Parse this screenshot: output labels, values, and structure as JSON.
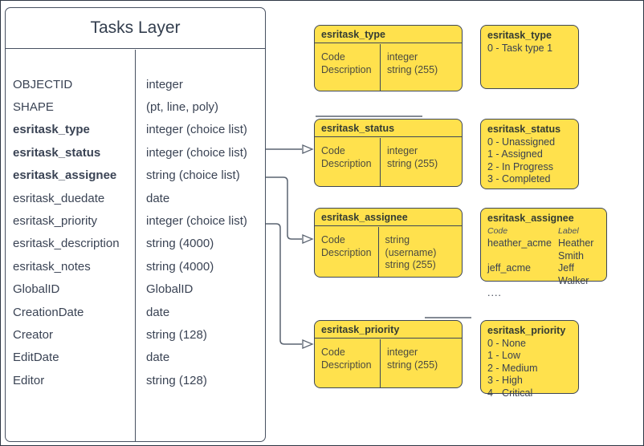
{
  "colors": {
    "yellow_fill": "#ffe14d",
    "box_border": "#3d4657",
    "panel_border": "#475060",
    "text_dark": "#3a4354",
    "connector": "#5a6370"
  },
  "tasks_layer": {
    "title": "Tasks Layer",
    "fields": [
      {
        "name": "OBJECTID",
        "type": "integer"
      },
      {
        "name": "SHAPE",
        "type": "(pt, line, poly)"
      },
      {
        "name": "esritask_type",
        "type": "integer (choice list)"
      },
      {
        "name": "esritask_status",
        "type": "integer (choice list)"
      },
      {
        "name": "esritask_assignee",
        "type": "string (choice list)"
      },
      {
        "name": "esritask_duedate",
        "type": "date"
      },
      {
        "name": "esritask_priority",
        "type": "integer (choice list)"
      },
      {
        "name": "esritask_description",
        "type": "string (4000)"
      },
      {
        "name": "esritask_notes",
        "type": "string (4000)"
      },
      {
        "name": "GlobalID",
        "type": "GlobalID"
      },
      {
        "name": "CreationDate",
        "type": "date"
      },
      {
        "name": "Creator",
        "type": "string (128)"
      },
      {
        "name": "EditDate",
        "type": "date"
      },
      {
        "name": "Editor",
        "type": "string (128)"
      }
    ]
  },
  "domain_tables": [
    {
      "title": "esritask_type",
      "rows": [
        [
          "Code",
          "integer"
        ],
        [
          "Description",
          "string (255)"
        ]
      ]
    },
    {
      "title": "esritask_status",
      "rows": [
        [
          "Code",
          "integer"
        ],
        [
          "Description",
          "string (255)"
        ]
      ]
    },
    {
      "title": "esritask_assignee",
      "rows": [
        [
          "Code",
          "string  (username)"
        ],
        [
          "Description",
          "string (255)"
        ]
      ]
    },
    {
      "title": "esritask_priority",
      "rows": [
        [
          "Code",
          "integer"
        ],
        [
          "Description",
          "string (255)"
        ]
      ]
    }
  ],
  "value_lists": [
    {
      "title": "esritask_type",
      "values": [
        "0 - Task type 1"
      ]
    },
    {
      "title": "esritask_status",
      "values": [
        "0 - Unassigned",
        "1 - Assigned",
        "2 - In Progress",
        "3 - Completed"
      ]
    },
    {
      "title": "esritask_assignee",
      "columns": [
        "Code",
        "Label"
      ],
      "rows": [
        [
          "heather_acme",
          "Heather Smith"
        ],
        [
          "jeff_acme",
          "Jeff Walker"
        ]
      ],
      "more": "...."
    },
    {
      "title": "esritask_priority",
      "values": [
        "0 - None",
        "1 - Low",
        "2 - Medium",
        "3 - High",
        "4 - Critical"
      ]
    }
  ]
}
